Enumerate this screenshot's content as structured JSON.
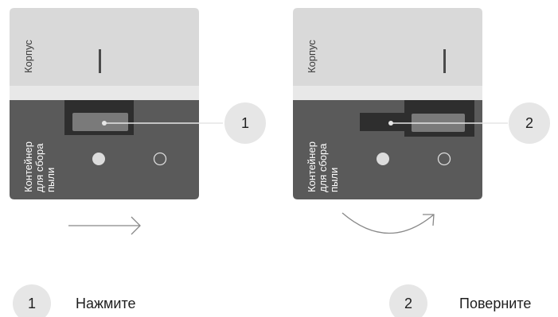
{
  "panels": [
    {
      "housing_label": "Корпус",
      "container_label_lines": [
        "Контейнер",
        "для сбора",
        "пыли"
      ],
      "callout_number": "1"
    },
    {
      "housing_label": "Корпус",
      "container_label_lines": [
        "Контейнер",
        "для сбора",
        "пыли"
      ],
      "callout_number": "2"
    }
  ],
  "legend": [
    {
      "number": "1",
      "text": "Нажмите"
    },
    {
      "number": "2",
      "text": "Поверните"
    }
  ],
  "colors": {
    "housing": "#d9d9d9",
    "seam": "#e8e8e8",
    "container": "#5a5a5a",
    "latch": "#2e2e2e",
    "button": "#7a7a7a",
    "callout_circle": "#e6e6e6",
    "arrow": "#888888"
  }
}
